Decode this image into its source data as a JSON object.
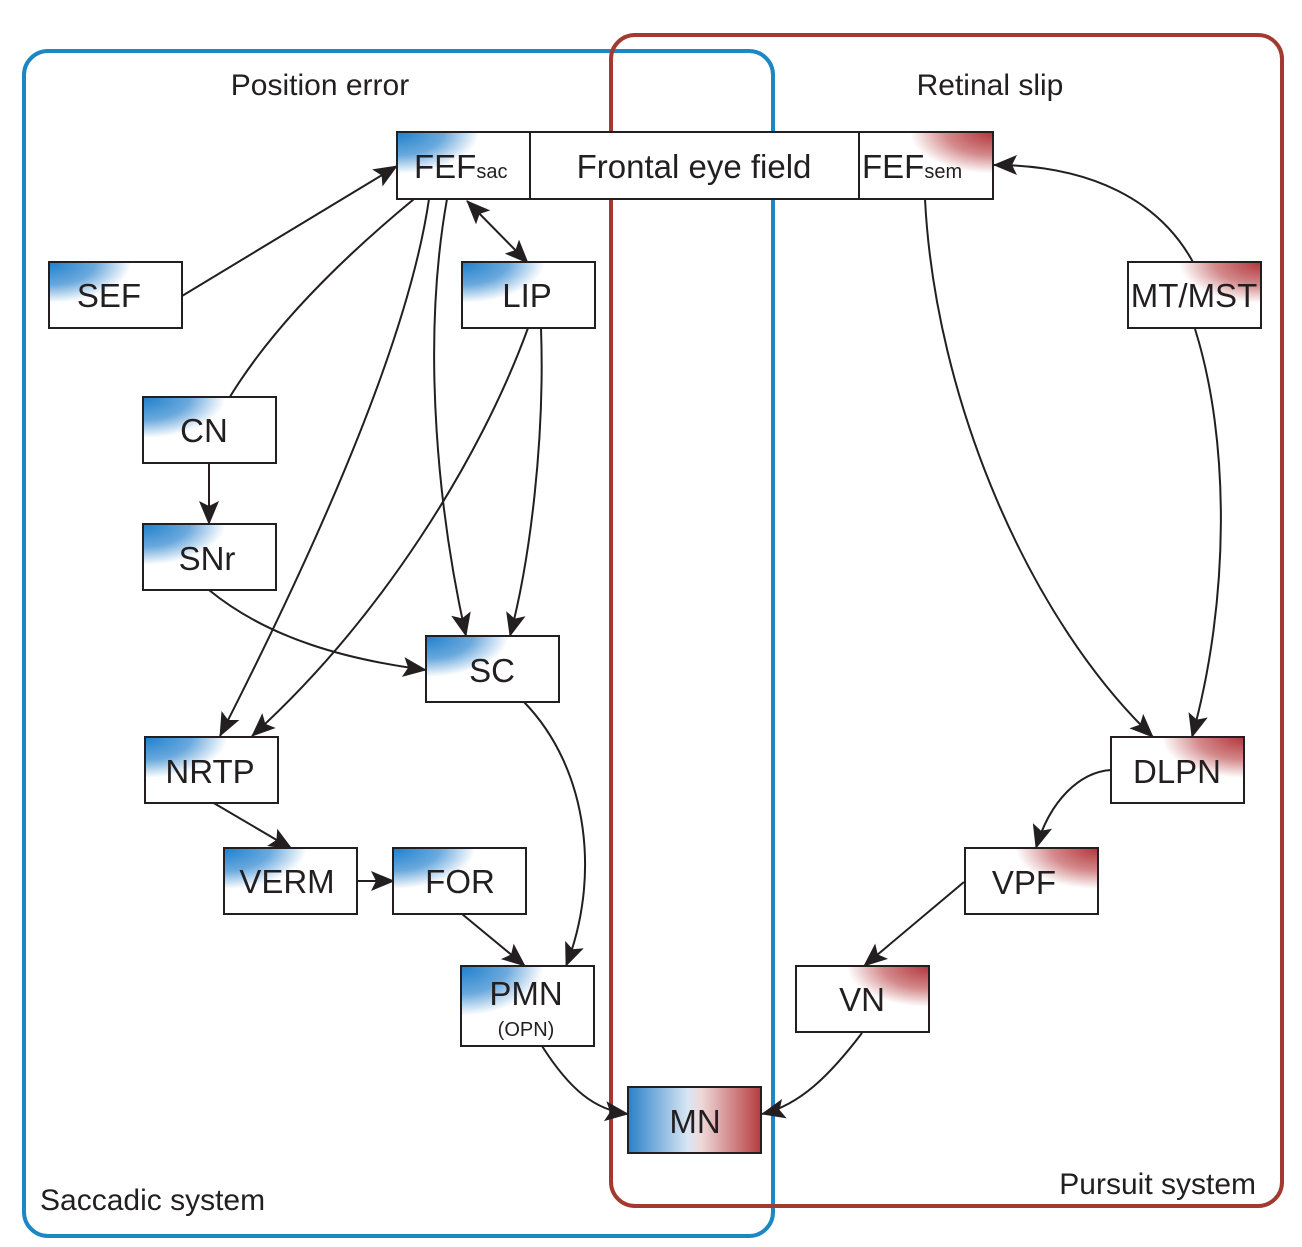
{
  "colors": {
    "saccadic": "#1b87c3",
    "pursuit": "#a33a2f",
    "saccadic_fill": "#2f86cf",
    "pursuit_fill": "#b8474a",
    "stroke": "#231f20"
  },
  "regions": {
    "saccadic": {
      "name": "Saccadic system",
      "input": "Position error"
    },
    "pursuit": {
      "name": "Pursuit system",
      "input": "Retinal slip"
    }
  },
  "fef_bar": {
    "left": {
      "main": "FEF",
      "sub": "sac"
    },
    "center": "Frontal eye field",
    "right": {
      "main": "FEF",
      "sub": "sem"
    }
  },
  "nodes": {
    "sef": {
      "label": "SEF",
      "system": "saccadic"
    },
    "lip": {
      "label": "LIP",
      "system": "saccadic"
    },
    "cn": {
      "label": "CN",
      "system": "saccadic"
    },
    "snr": {
      "label": "SNr",
      "system": "saccadic"
    },
    "sc": {
      "label": "SC",
      "system": "saccadic"
    },
    "nrtp": {
      "label": "NRTP",
      "system": "saccadic"
    },
    "verm": {
      "label": "VERM",
      "system": "saccadic"
    },
    "for": {
      "label": "FOR",
      "system": "saccadic"
    },
    "pmn": {
      "label": "PMN",
      "sublabel": "(OPN)",
      "system": "saccadic"
    },
    "mn": {
      "label": "MN",
      "system": "both"
    },
    "mtmst": {
      "label": "MT/MST",
      "system": "pursuit"
    },
    "dlpn": {
      "label": "DLPN",
      "system": "pursuit"
    },
    "vpf": {
      "label": "VPF",
      "system": "pursuit"
    },
    "vn": {
      "label": "VN",
      "system": "pursuit"
    }
  },
  "edges": [
    {
      "from": "SEF",
      "to": "FEFsac"
    },
    {
      "from": "FEFsac",
      "to": "LIP",
      "bidirectional": true
    },
    {
      "from": "FEFsac",
      "to": "CN",
      "arrow": false
    },
    {
      "from": "FEFsac",
      "to": "NRTP"
    },
    {
      "from": "FEFsac",
      "to": "SC"
    },
    {
      "from": "LIP",
      "to": "NRTP"
    },
    {
      "from": "LIP",
      "to": "SC"
    },
    {
      "from": "CN",
      "to": "SNr"
    },
    {
      "from": "SNr",
      "to": "SC"
    },
    {
      "from": "SC",
      "to": "PMN"
    },
    {
      "from": "NRTP",
      "to": "VERM"
    },
    {
      "from": "VERM",
      "to": "FOR"
    },
    {
      "from": "FOR",
      "to": "PMN"
    },
    {
      "from": "PMN",
      "to": "MN"
    },
    {
      "from": "MT/MST",
      "to": "FEFsem"
    },
    {
      "from": "FEFsem",
      "to": "DLPN"
    },
    {
      "from": "MT/MST",
      "to": "DLPN"
    },
    {
      "from": "DLPN",
      "to": "VPF"
    },
    {
      "from": "VPF",
      "to": "VN"
    },
    {
      "from": "VN",
      "to": "MN"
    }
  ]
}
